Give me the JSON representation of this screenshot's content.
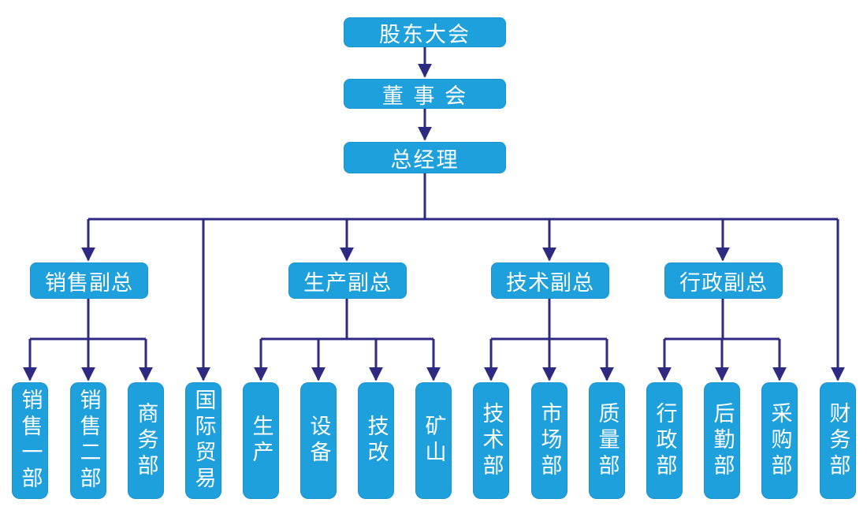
{
  "colors": {
    "box": "#1ea0dc",
    "line": "#2e2a82",
    "text": "#ffffff"
  },
  "top": [
    {
      "id": "shareholders",
      "label": "股东大会"
    },
    {
      "id": "board",
      "label": "董 事 会"
    },
    {
      "id": "gm",
      "label": "总经理"
    }
  ],
  "vps": [
    {
      "id": "sales-vp",
      "label": "销售副总"
    },
    {
      "id": "production-vp",
      "label": "生产副总"
    },
    {
      "id": "tech-vp",
      "label": "技术副总"
    },
    {
      "id": "admin-vp",
      "label": "行政副总"
    }
  ],
  "departments": [
    {
      "id": "sales-1",
      "label": "销售一部"
    },
    {
      "id": "sales-2",
      "label": "销售二部"
    },
    {
      "id": "business",
      "label": "商务部"
    },
    {
      "id": "intl-trade",
      "label": "国际贸易"
    },
    {
      "id": "production",
      "label": "生产"
    },
    {
      "id": "equipment",
      "label": "设备"
    },
    {
      "id": "tech-reform",
      "label": "技改"
    },
    {
      "id": "mine",
      "label": "矿山"
    },
    {
      "id": "tech-dept",
      "label": "技术部"
    },
    {
      "id": "market",
      "label": "市场部"
    },
    {
      "id": "quality",
      "label": "质量部"
    },
    {
      "id": "admin-dept",
      "label": "行政部"
    },
    {
      "id": "logistics",
      "label": "后勤部"
    },
    {
      "id": "purchasing",
      "label": "采购部"
    },
    {
      "id": "finance",
      "label": "财务部"
    }
  ]
}
